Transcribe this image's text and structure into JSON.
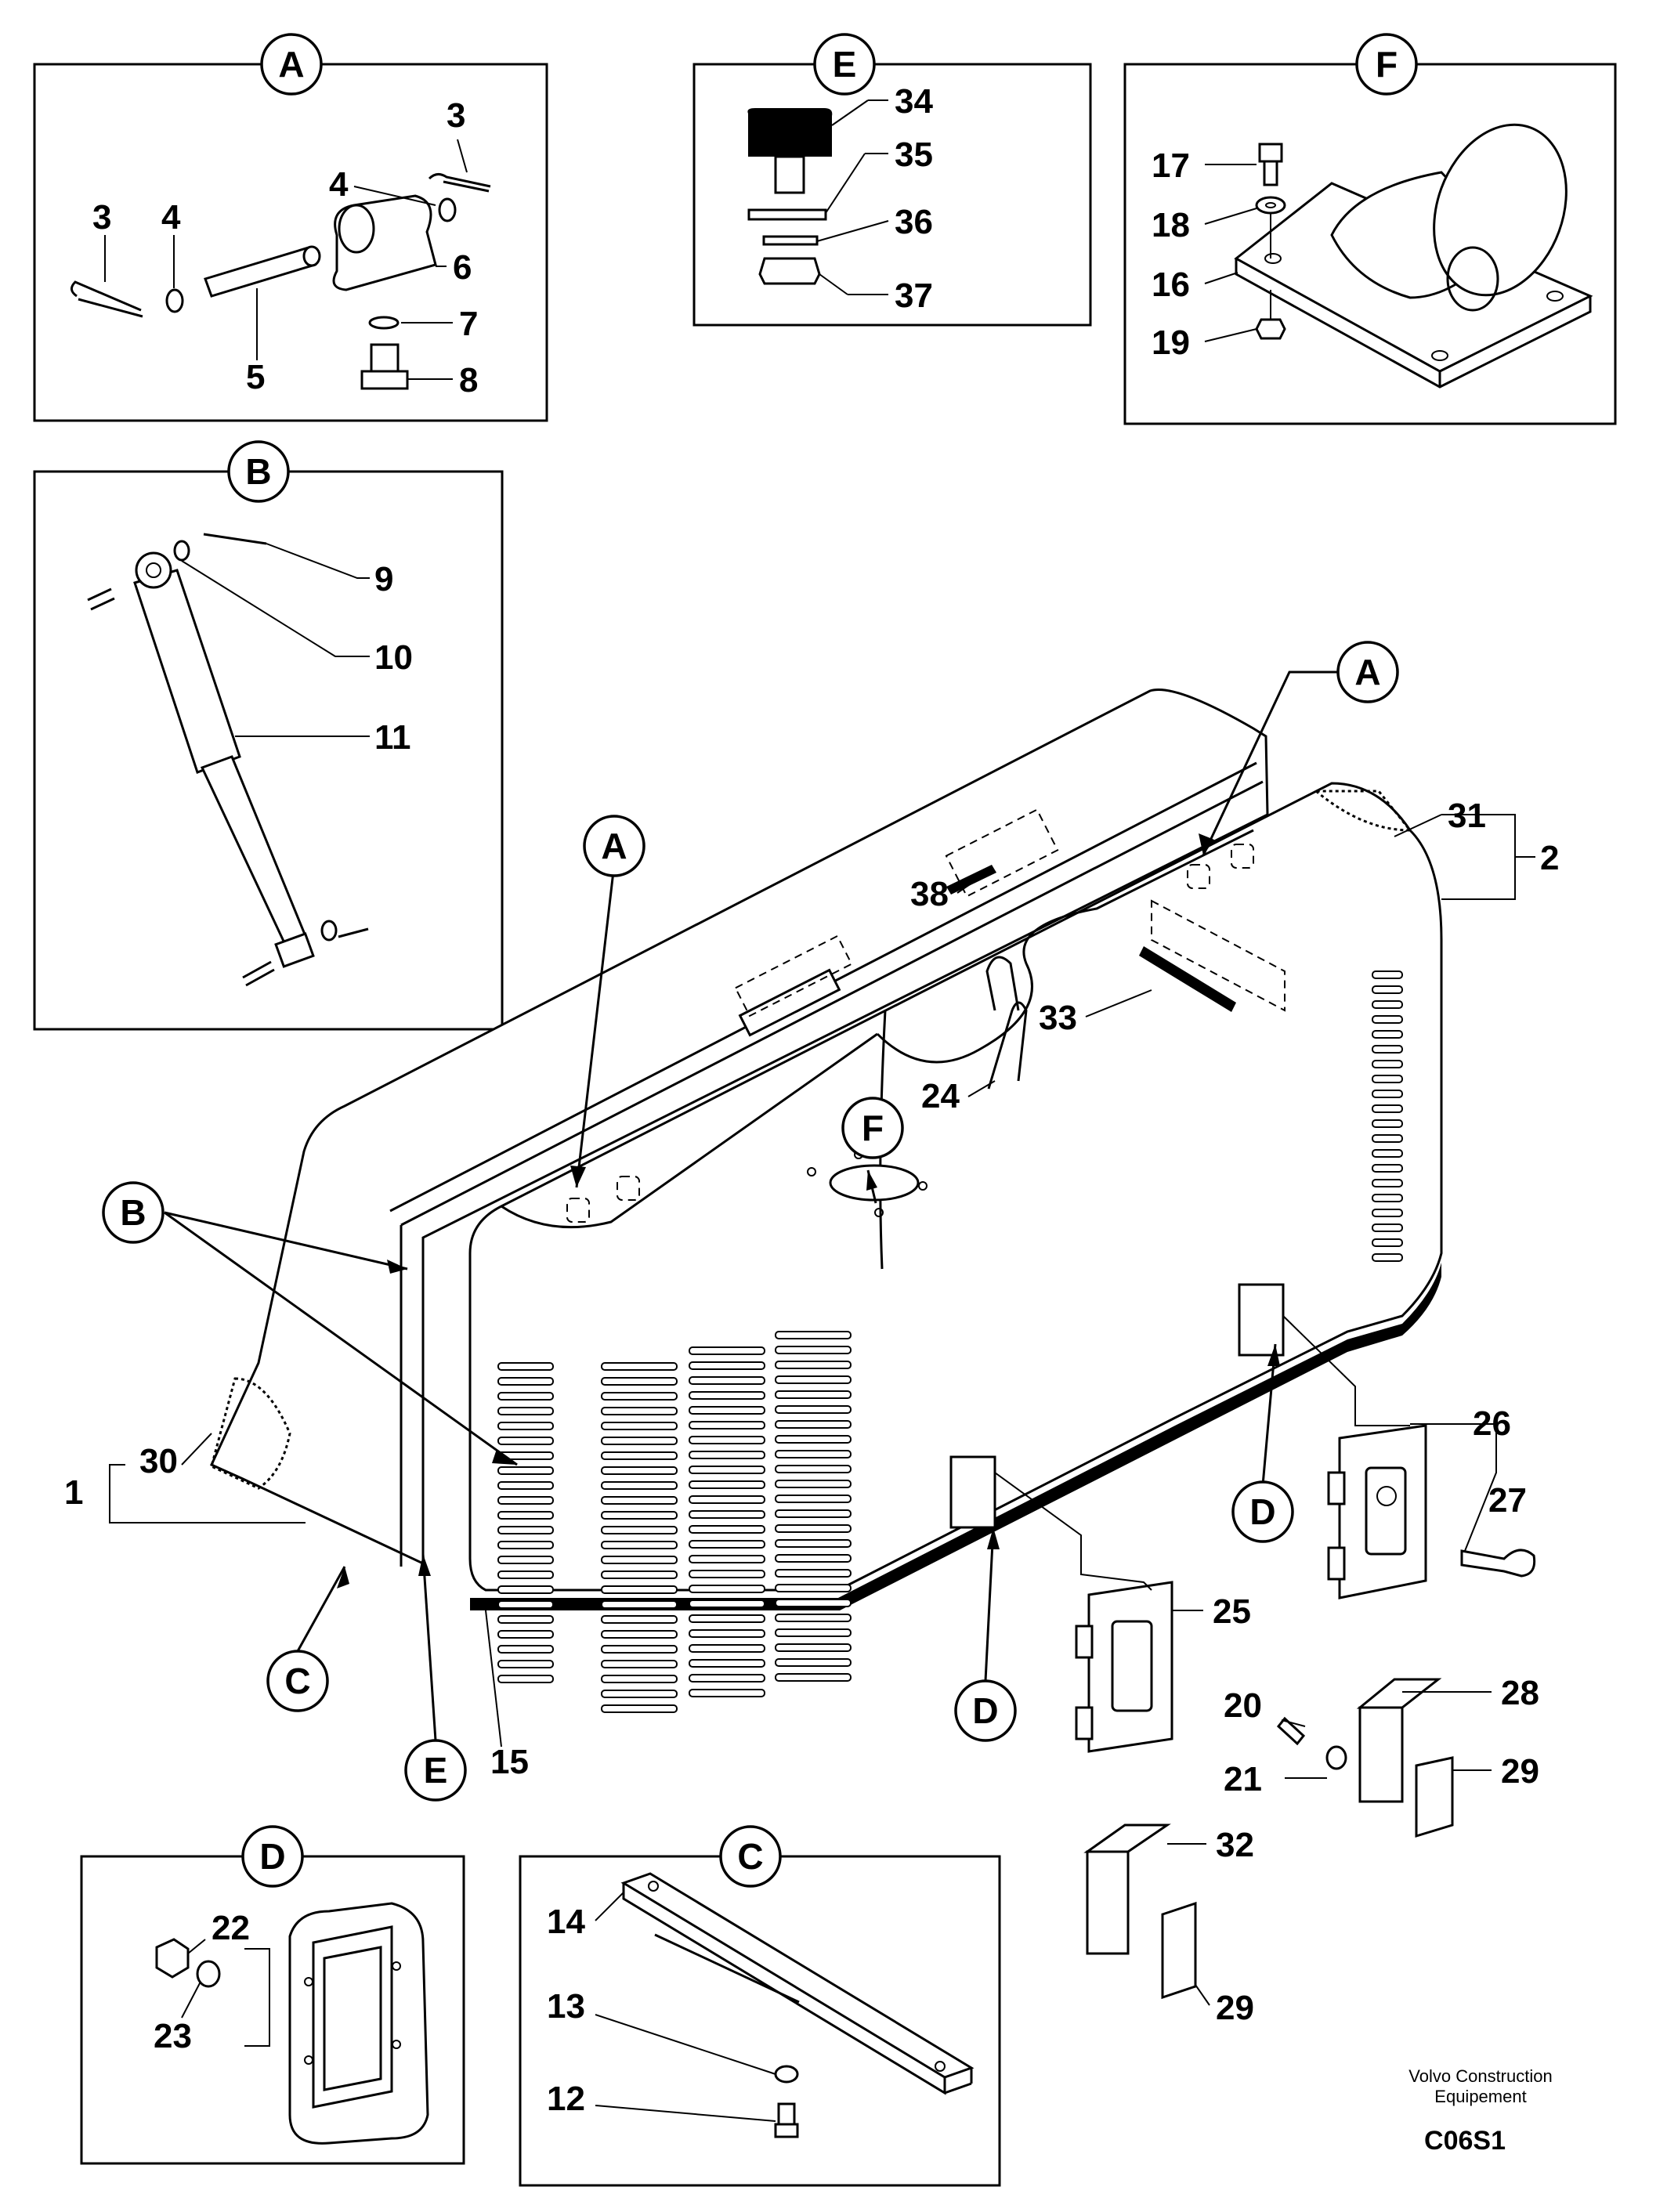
{
  "sections": {
    "A": "A",
    "B": "B",
    "C": "C",
    "D": "D",
    "E": "E",
    "F": "F"
  },
  "parts": {
    "p1": "1",
    "p2": "2",
    "p3": "3",
    "p4": "4",
    "p5": "5",
    "p6": "6",
    "p7": "7",
    "p8": "8",
    "p9": "9",
    "p10": "10",
    "p11": "11",
    "p12": "12",
    "p13": "13",
    "p14": "14",
    "p15": "15",
    "p16": "16",
    "p17": "17",
    "p18": "18",
    "p19": "19",
    "p20": "20",
    "p21": "21",
    "p22": "22",
    "p23": "23",
    "p24": "24",
    "p25": "25",
    "p26": "26",
    "p27": "27",
    "p28": "28",
    "p29": "29",
    "p30": "30",
    "p31": "31",
    "p32": "32",
    "p33": "33",
    "p34": "34",
    "p35": "35",
    "p36": "36",
    "p37": "37",
    "p38": "38"
  },
  "footer": {
    "brand_line1": "Volvo Construction",
    "brand_line2": "Equipement",
    "drawing_code": "C06S1"
  }
}
